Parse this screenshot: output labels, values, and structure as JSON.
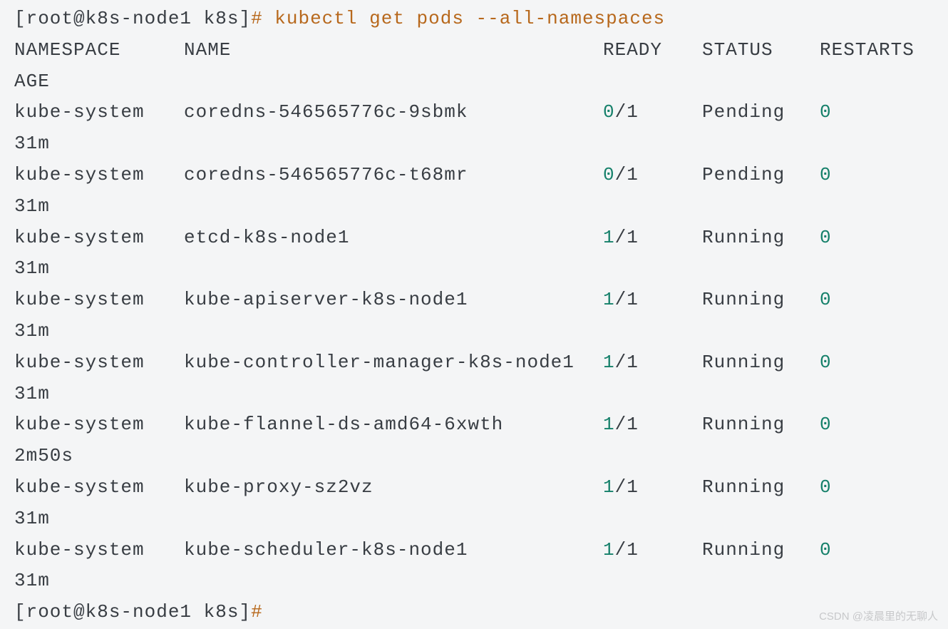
{
  "colors": {
    "bg": "#f4f5f6",
    "fg": "#383d43",
    "accent_orange": "#b7681c",
    "accent_green": "#15806a",
    "watermark": "#c7c8ca"
  },
  "terminal": {
    "prompt_top": {
      "user_host": "[root@k8s-node1 k8s]",
      "hash": "#",
      "command": " kubectl get pods --all-namespaces"
    },
    "header": {
      "namespace": "NAMESPACE",
      "name": "NAME",
      "ready": "READY",
      "status": "STATUS",
      "restarts": "RESTARTS",
      "age": "AGE"
    },
    "rows": [
      {
        "namespace": "kube-system",
        "name": "coredns-546565776c-9sbmk",
        "ready_num": "0",
        "ready_rest": "/1",
        "status": "Pending",
        "restarts": "0",
        "age": "31m"
      },
      {
        "namespace": "kube-system",
        "name": "coredns-546565776c-t68mr",
        "ready_num": "0",
        "ready_rest": "/1",
        "status": "Pending",
        "restarts": "0",
        "age": "31m"
      },
      {
        "namespace": "kube-system",
        "name": "etcd-k8s-node1",
        "ready_num": "1",
        "ready_rest": "/1",
        "status": "Running",
        "restarts": "0",
        "age": "31m"
      },
      {
        "namespace": "kube-system",
        "name": "kube-apiserver-k8s-node1",
        "ready_num": "1",
        "ready_rest": "/1",
        "status": "Running",
        "restarts": "0",
        "age": "31m"
      },
      {
        "namespace": "kube-system",
        "name": "kube-controller-manager-k8s-node1",
        "ready_num": "1",
        "ready_rest": "/1",
        "status": "Running",
        "restarts": "0",
        "age": "31m"
      },
      {
        "namespace": "kube-system",
        "name": "kube-flannel-ds-amd64-6xwth",
        "ready_num": "1",
        "ready_rest": "/1",
        "status": "Running",
        "restarts": "0",
        "age": "2m50s"
      },
      {
        "namespace": "kube-system",
        "name": "kube-proxy-sz2vz",
        "ready_num": "1",
        "ready_rest": "/1",
        "status": "Running",
        "restarts": "0",
        "age": "31m"
      },
      {
        "namespace": "kube-system",
        "name": "kube-scheduler-k8s-node1",
        "ready_num": "1",
        "ready_rest": "/1",
        "status": "Running",
        "restarts": "0",
        "age": "31m"
      }
    ],
    "prompt_bottom": {
      "user_host": "[root@k8s-node1 k8s]",
      "hash": "#"
    }
  },
  "watermark": {
    "text": "CSDN @凌晨里的无聊人"
  }
}
